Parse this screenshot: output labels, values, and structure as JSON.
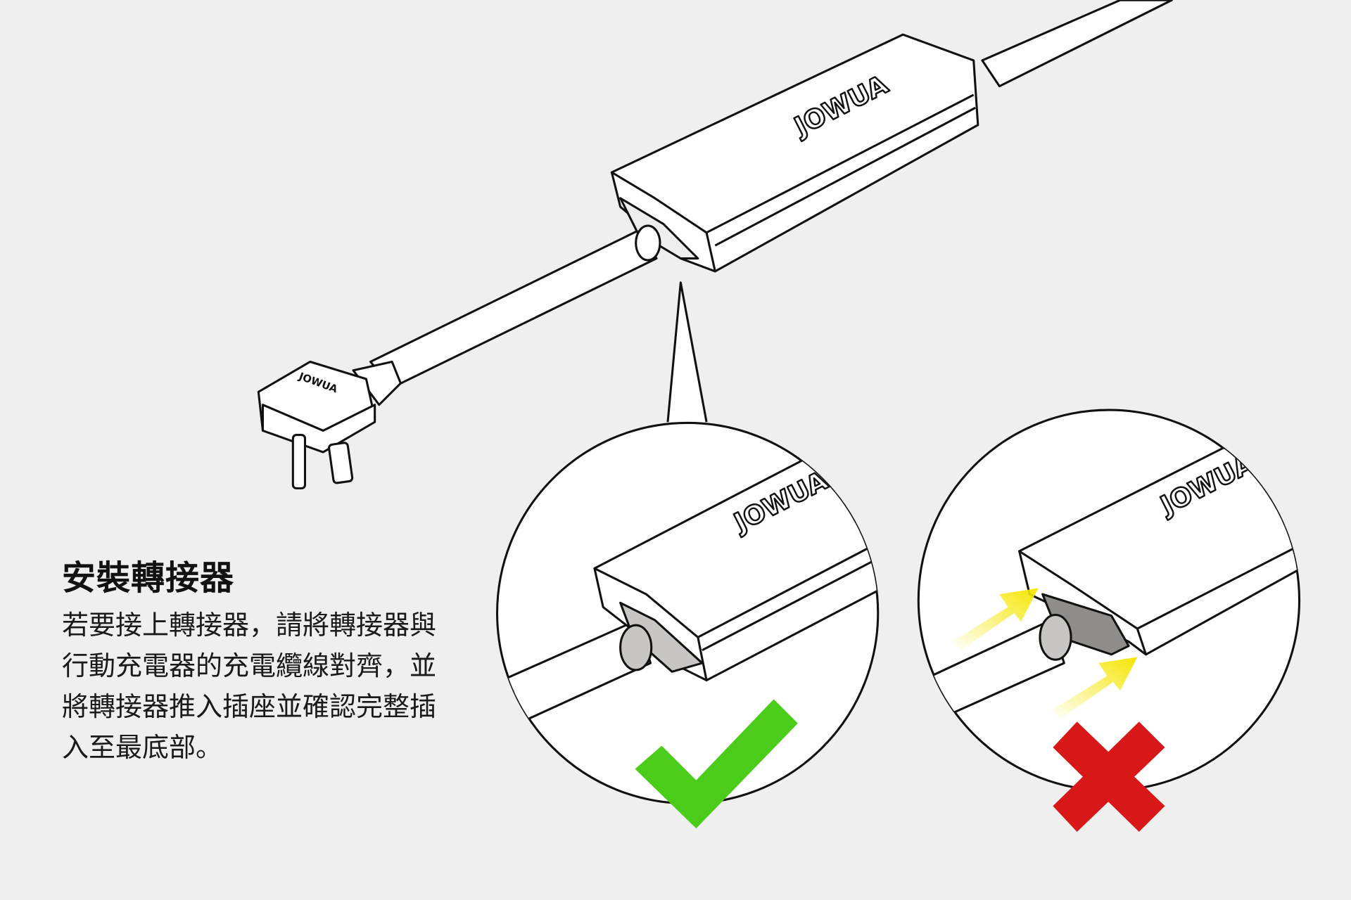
{
  "instructions": {
    "title": "安裝轉接器",
    "lines": [
      "若要接上轉接器，請將轉接器與",
      "行動充電器的充電纜線對齊，並",
      "將轉接器推入插座並確認完整插",
      "入至最底部。"
    ]
  },
  "illustration": {
    "brand_logo_text": "JOWUA",
    "correct_icon": "checkmark-icon",
    "incorrect_icon": "cross-icon",
    "colors": {
      "background": "#efefef",
      "correct": "#4ccc1a",
      "incorrect": "#d81818",
      "arrow": "#f5e600"
    }
  }
}
